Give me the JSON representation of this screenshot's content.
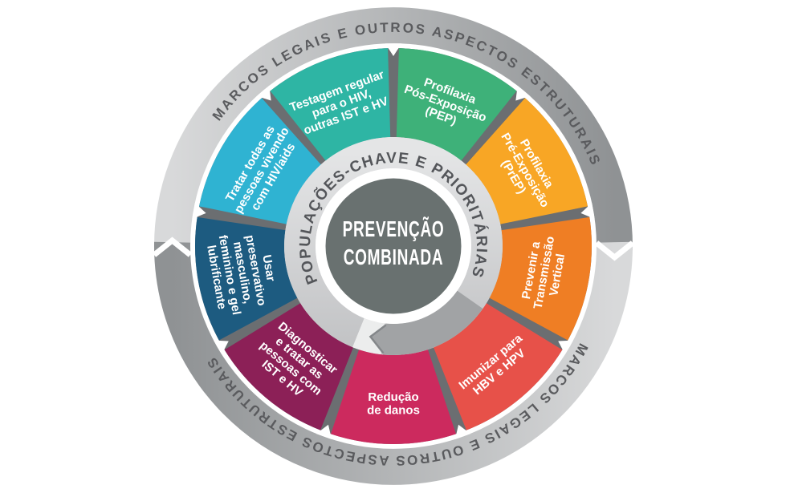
{
  "center": {
    "lines": [
      "PREVENÇÃO",
      "COMBINADA"
    ],
    "bg_color": "#697170",
    "text_color": "#ffffff"
  },
  "inner_ring": {
    "label": "POPULAÇÕES-CHAVE E PRIORITÁRIAS",
    "text_color": "#54565a"
  },
  "outer_ring": {
    "top_label": "MARCOS LEGAIS E OUTROS ASPECTOS ESTRUTURAIS",
    "bottom_label": "MARCOS LEGAIS E OUTROS ASPECTOS ESTRUTURAIS",
    "text_color": "#5a5b5e"
  },
  "segments": [
    {
      "id": "pep",
      "lines": [
        "Profilaxia",
        "Pós-Exposição",
        "(PEP)"
      ],
      "color": "#3eb179",
      "start_deg": 0,
      "end_deg": 40
    },
    {
      "id": "prep",
      "lines": [
        "Profilaxia",
        "Pré-Exposição",
        "(PrEP)"
      ],
      "color": "#f8a625",
      "start_deg": 40,
      "end_deg": 80
    },
    {
      "id": "vertical",
      "lines": [
        "Prevenir a",
        "Transmissão",
        "Vertical"
      ],
      "color": "#ef7e24",
      "start_deg": 80,
      "end_deg": 120
    },
    {
      "id": "imunizar",
      "lines": [
        "Imunizar para",
        "HBV e HPV"
      ],
      "color": "#e75149",
      "start_deg": 120,
      "end_deg": 160
    },
    {
      "id": "reducao",
      "lines": [
        "Redução",
        "de danos"
      ],
      "color": "#cc2a5e",
      "start_deg": 160,
      "end_deg": 200
    },
    {
      "id": "diagnosticar",
      "lines": [
        "Diagnosticar",
        "e tratar as",
        "pessoas com",
        "IST e HV"
      ],
      "color": "#8c2057",
      "start_deg": 200,
      "end_deg": 240
    },
    {
      "id": "preservativo",
      "lines": [
        "Usar",
        "preservativo",
        "masculino,",
        "feminino e gel",
        "lubrificante"
      ],
      "color": "#1d5b80",
      "start_deg": 240,
      "end_deg": 280
    },
    {
      "id": "tratar",
      "lines": [
        "Tratar todas as",
        "pessoas vivendo",
        "com HIV/aids"
      ],
      "color": "#2fb3d2",
      "start_deg": 280,
      "end_deg": 320
    },
    {
      "id": "testagem",
      "lines": [
        "Testagem regular",
        "para o HIV,",
        "outras IST e HV"
      ],
      "color": "#2eb5a4",
      "start_deg": 320,
      "end_deg": 360
    }
  ],
  "colors": {
    "segment_gap": "#6b6e71",
    "outer_ring_light": "#d8d9da",
    "outer_ring_dark": "#8f9294",
    "inner_ring_light": "#e4e5e6",
    "inner_ring_dark": "#c3c4c6",
    "inner_band": "#a1a3a5",
    "inner_band_highlight": "#eceded",
    "notch": "#ffffff",
    "segment_label_text": "#ffffff"
  }
}
